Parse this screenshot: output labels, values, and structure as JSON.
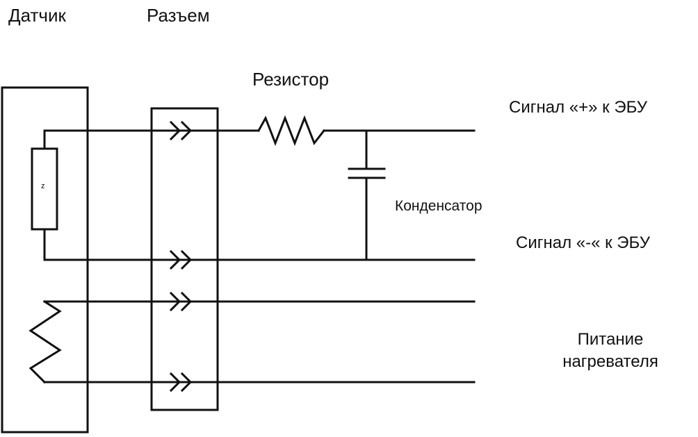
{
  "labels": {
    "sensor": "Датчик",
    "connector": "Разъем",
    "resistor": "Резистор",
    "capacitor": "Конденсатор",
    "signal_plus": "Сигнал «+» к ЭБУ",
    "signal_minus": "Сигнал «-« к ЭБУ",
    "heater_power_line1": "Питание",
    "heater_power_line2": "нагревателя",
    "sensor_element": "z"
  },
  "colors": {
    "line": "#111111",
    "background": "#ffffff"
  }
}
